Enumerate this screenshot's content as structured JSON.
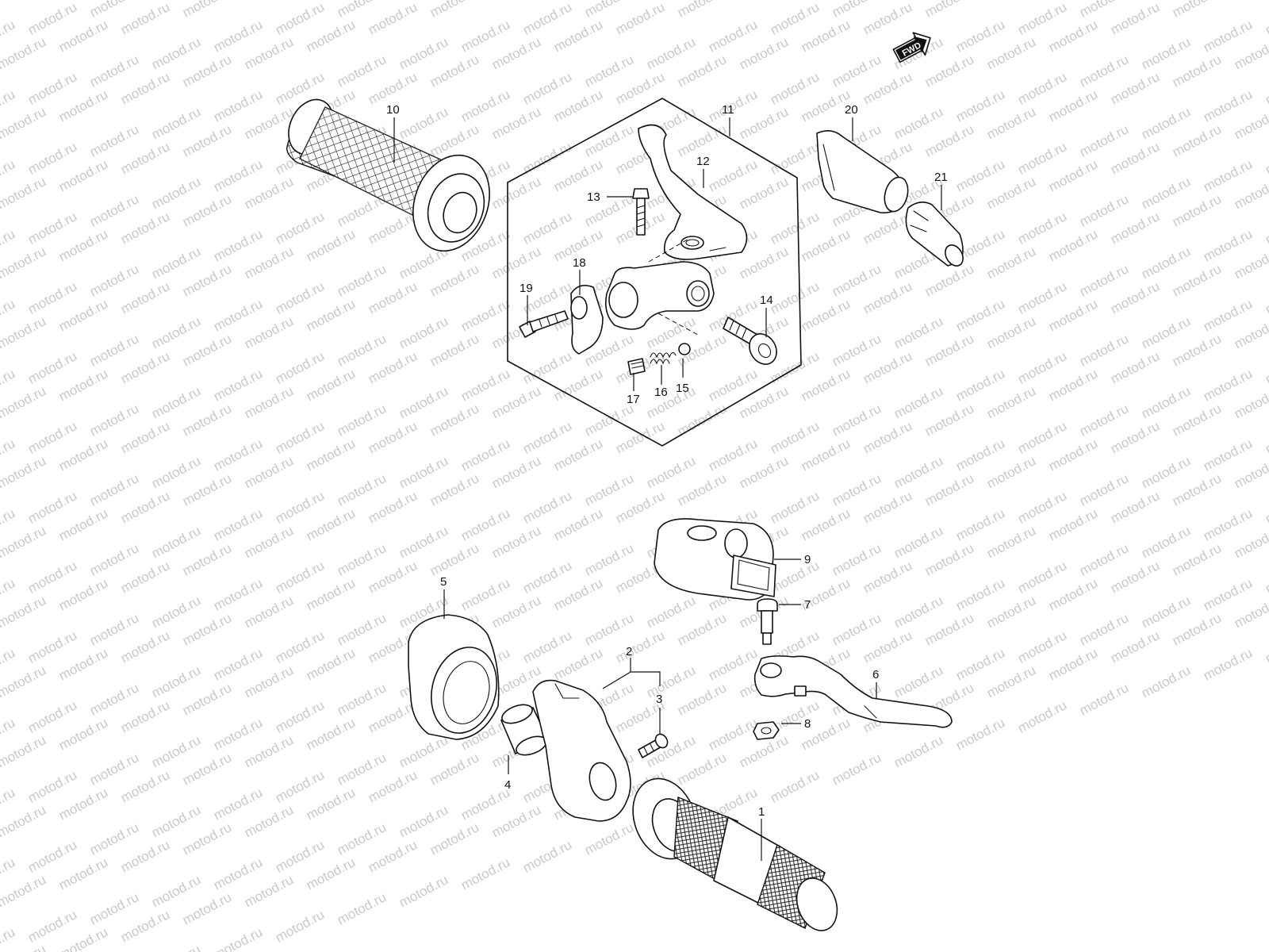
{
  "watermark": {
    "text": "motod.ru",
    "color": "#c9c9c9"
  },
  "fwd_badge": {
    "label": "FWD"
  },
  "callouts": [
    "1",
    "2",
    "3",
    "4",
    "5",
    "6",
    "7",
    "8",
    "9",
    "10",
    "11",
    "12",
    "13",
    "14",
    "15",
    "16",
    "17",
    "18",
    "19",
    "20",
    "21"
  ],
  "line_color": "#111111"
}
